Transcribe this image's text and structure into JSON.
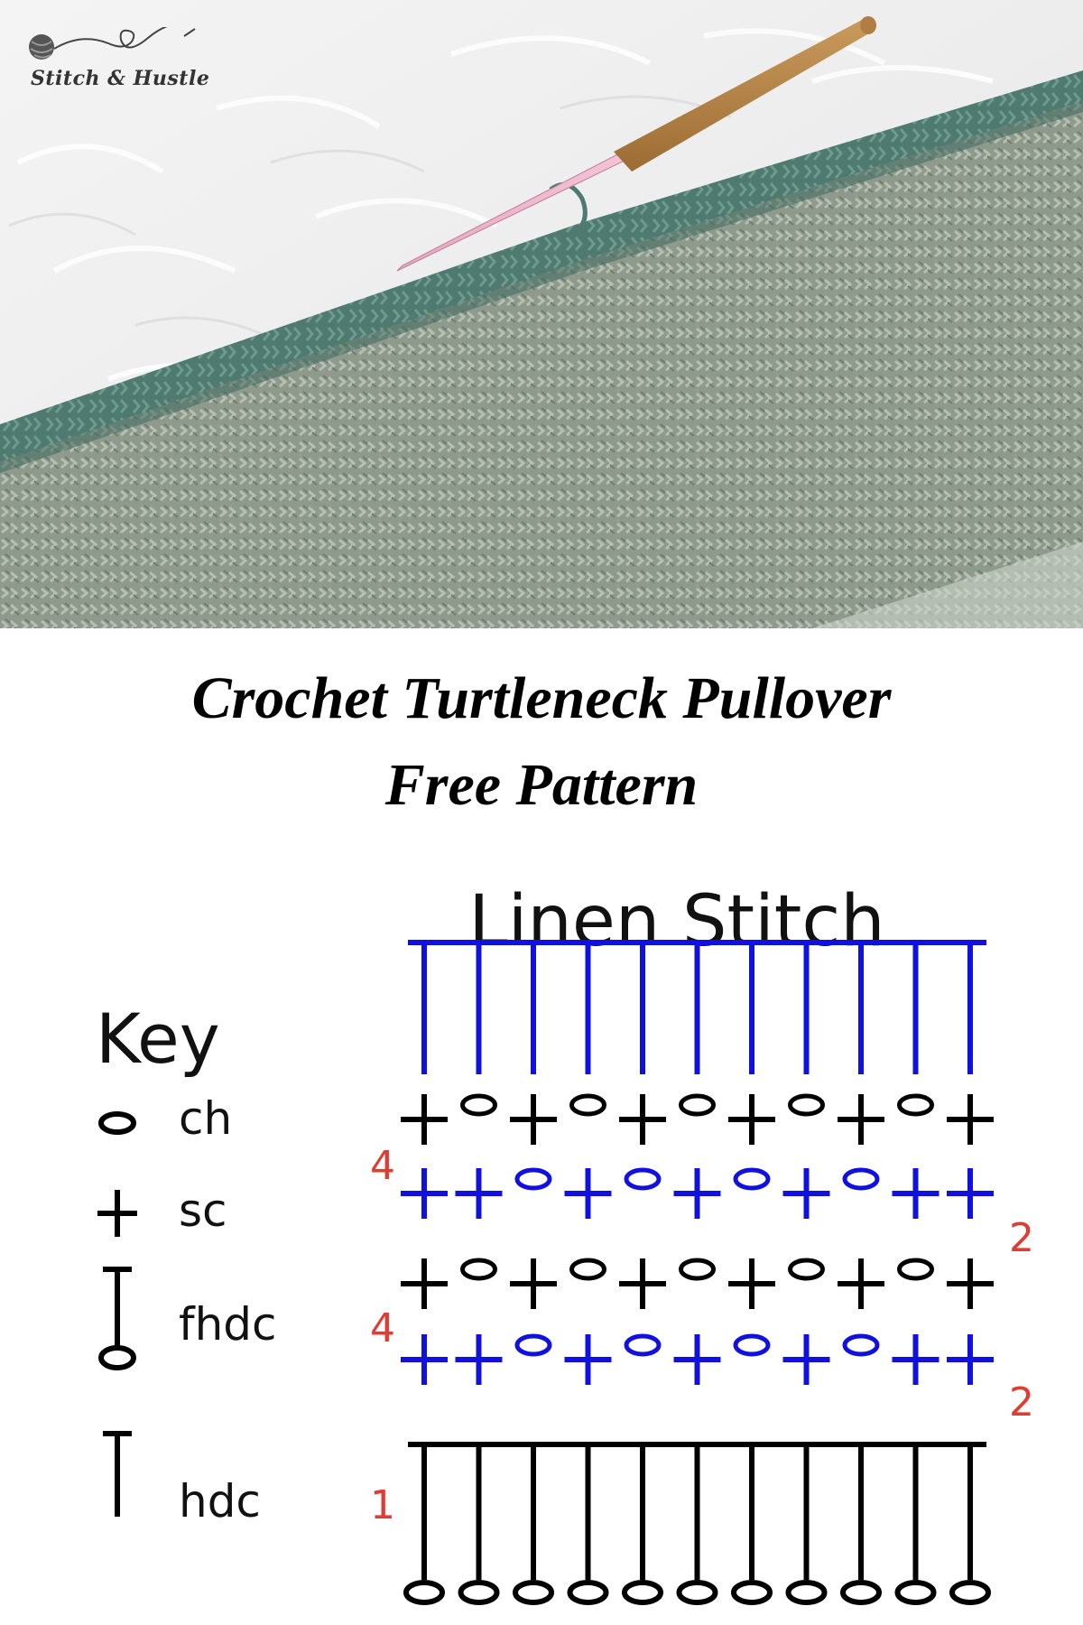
{
  "brand": {
    "name": "Stitch & Hustle"
  },
  "heading": {
    "line1": "Crochet Turtleneck Pullover",
    "line2": "Free Pattern"
  },
  "diagram": {
    "title": "Linen Stitch",
    "key_title": "Key",
    "key": [
      {
        "symbol": "ch-oval-icon",
        "label": "ch"
      },
      {
        "symbol": "sc-cross-icon",
        "label": "sc"
      },
      {
        "symbol": "fhdc-foundation-icon",
        "label": "fhdc"
      },
      {
        "symbol": "hdc-tee-icon",
        "label": "hdc"
      }
    ],
    "row_numbers": {
      "row_top4": "4",
      "row_2a": "2",
      "row_mid4": "4",
      "row_2b": "2",
      "row_1": "1"
    },
    "rows": [
      {
        "id": "hdc-top",
        "color": "#1010e0",
        "pattern": "TTTTTTTTTTT"
      },
      {
        "id": "row4-upper",
        "color": "#000000",
        "pattern": "+o+o+o+o+o+"
      },
      {
        "id": "row2-upper",
        "color": "#1010e0",
        "pattern": "++o+o+o+o++"
      },
      {
        "id": "row4-lower",
        "color": "#000000",
        "pattern": "+o+o+o+o+o+"
      },
      {
        "id": "row2-lower",
        "color": "#1010e0",
        "pattern": "++o+o+o+o++"
      },
      {
        "id": "row1-fhdc",
        "color": "#000000",
        "pattern": "FFFFFFFFFFF"
      }
    ],
    "colors": {
      "blue": "#1010e0",
      "black": "#000000",
      "row_number_red": "#e03c31"
    }
  }
}
